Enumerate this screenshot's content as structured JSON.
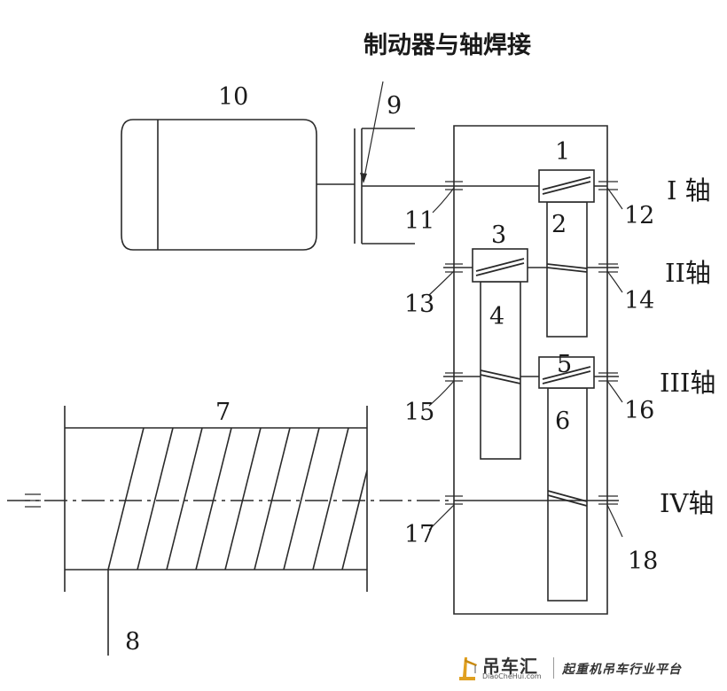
{
  "diagram": {
    "annotation": "制动器与轴焊接",
    "labels": {
      "n1": "1",
      "n2": "2",
      "n3": "3",
      "n4": "4",
      "n5": "5",
      "n6": "6",
      "n7": "7",
      "n8": "8",
      "n9": "9",
      "n10": "10",
      "n11": "11",
      "n12": "12",
      "n13": "13",
      "n14": "14",
      "n15": "15",
      "n16": "16",
      "n17": "17",
      "n18": "18"
    },
    "shafts": {
      "s1": "I 轴",
      "s2": "II轴",
      "s3": "III轴",
      "s4": "IV轴"
    }
  },
  "watermark": {
    "name": "吊车汇",
    "url": "DiaoCheHui.com",
    "slogan": "起重机吊车行业平台"
  }
}
